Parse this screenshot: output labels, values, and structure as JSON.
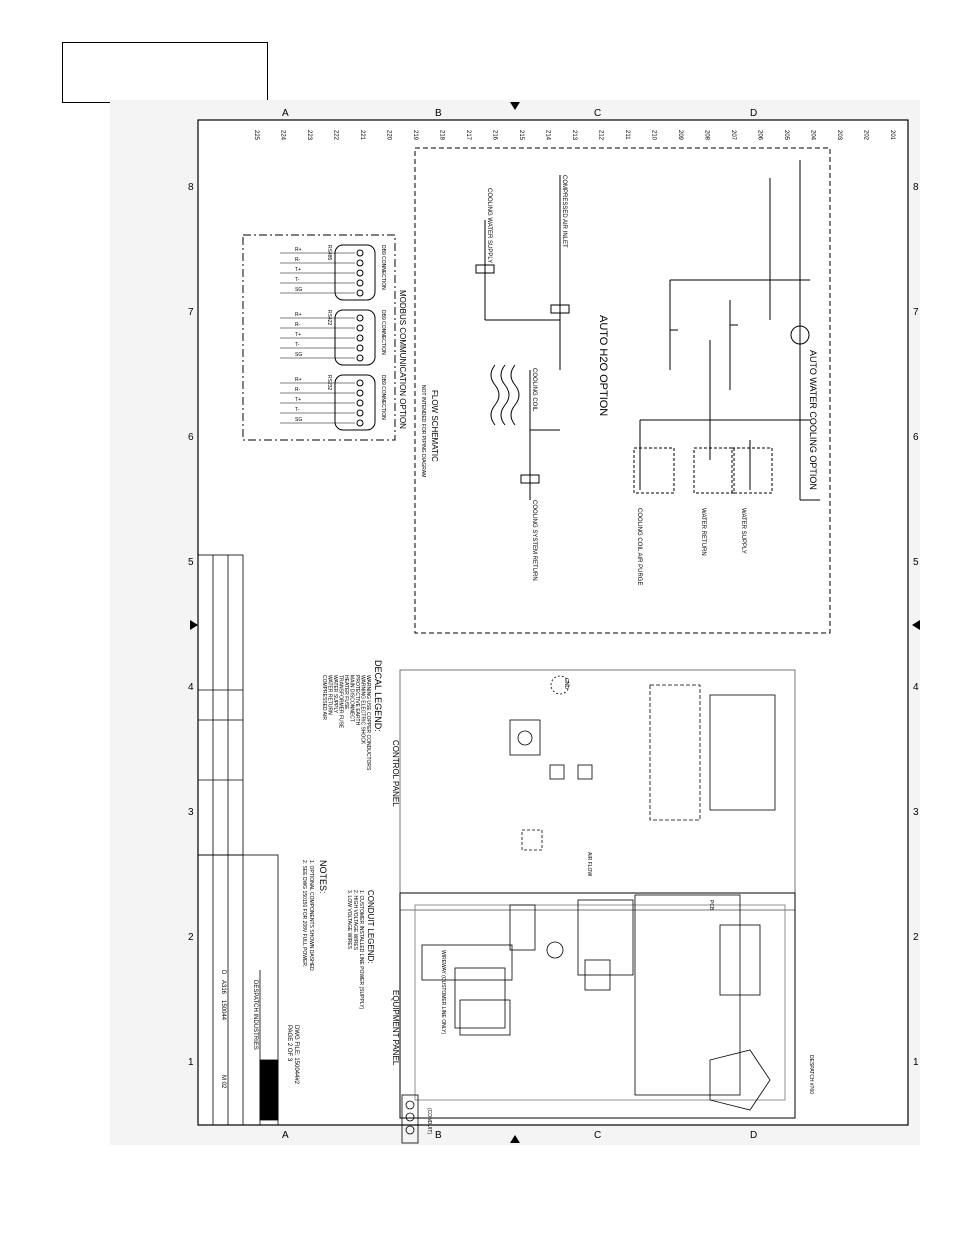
{
  "sheet": {
    "row_labels_left": [
      "A",
      "B",
      "C",
      "D"
    ],
    "column_numbers": [
      "8",
      "7",
      "6",
      "5",
      "4",
      "3",
      "2",
      "1"
    ],
    "line_numbers": [
      "225",
      "224",
      "223",
      "222",
      "221",
      "220",
      "219",
      "218",
      "217",
      "216",
      "215",
      "214",
      "213",
      "212",
      "211",
      "210",
      "209",
      "208",
      "207",
      "206",
      "205",
      "204",
      "203",
      "202",
      "201"
    ]
  },
  "sections": {
    "auto_water_cooling": "AUTO WATER COOLING OPTION",
    "auto_h2o": "AUTO H2O OPTION",
    "modbus": "MODBUS COMMUNICATION OPTION",
    "flow_schematic": "FLOW SCHEMATIC",
    "flow_note": "NOT INTENDED FOR PIPING DIAGRAM",
    "control_panel": "CONTROL PANEL",
    "equipment_panel": "EQUIPMENT PANEL",
    "decal_legend": "DECAL LEGEND:",
    "conduit_legend": "CONDUIT LEGEND:",
    "notes": "NOTES:"
  },
  "labels": {
    "compressed_air_inlet": "COMPRESSED AIR INLET",
    "cooling_water_supply": "COOLING WATER SUPPLY",
    "cooling_coil": "COOLING COIL",
    "cooling_system_return": "COOLING SYSTEM RETURN",
    "water_supply": "WATER SUPPLY",
    "water_return": "WATER RETURN",
    "cooling_coil_air_purge": "COOLING COIL AIR PURGE",
    "wireway": "WIREWAY (CUSTOMER LINE ONLY)",
    "conduit": "(CONDUIT)",
    "despatch": "DESPATCH #760",
    "pcb": "PCB",
    "air_flow": "AIR FLOW",
    "gnd": "GND"
  },
  "decal_items": [
    "WARNING USE COPPER CONDUCTORS",
    "WARNING ELECTRIC SHOCK",
    "PROTECTIVE EARTH",
    "MAIN DISCONNECT",
    "HEATER FUSE",
    "TRANSFORMER FUSE",
    "WATER SUPPLY",
    "WATER RETURN",
    "COMPRESSED AIR"
  ],
  "conduit_items": [
    "1. CUSTOMER INSTALLED LINE POWER (SUPPLY)",
    "2. HIGH VOLTAGE WIRES",
    "3. LOW VOLTAGE WIRES"
  ],
  "notes_items": [
    "1. OPTIONAL COMPONENTS SHOWN DASHED.",
    "2. SEE DWG 150150 FOR 208V FULL POWER."
  ],
  "title_block": {
    "company": "DESPATCH INDUSTRIES",
    "drawing_no": "150044",
    "size": "D",
    "sheet": "A316",
    "rev": "M 02",
    "page": "PAGE 2 OF 3",
    "file": "DWG FILE: 150044#2"
  },
  "modbus_connectors": [
    {
      "name": "DB9 CONNECTION",
      "tag": "RS485",
      "pins": [
        "R+",
        "R-",
        "T+",
        "T-",
        "SG"
      ]
    },
    {
      "name": "DB9 CONNECTION",
      "tag": "RS422",
      "pins": [
        "R+",
        "R-",
        "T+",
        "T-",
        "SG"
      ]
    },
    {
      "name": "DB9 CONNECTION",
      "tag": "RS232",
      "pins": [
        "R+",
        "R-",
        "T+",
        "T-",
        "SG"
      ]
    }
  ]
}
